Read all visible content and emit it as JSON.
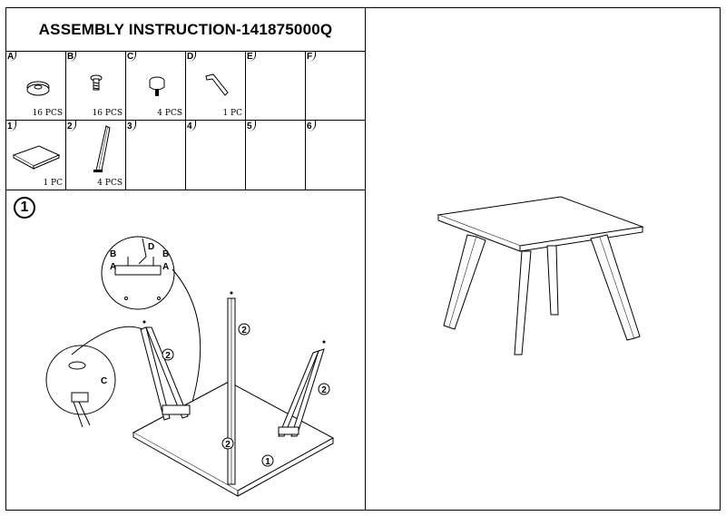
{
  "title": "ASSEMBLY  INSTRUCTION-141875000Q",
  "hardware": [
    {
      "label": "A",
      "qty": "16 PCS",
      "icon": "washer-icon"
    },
    {
      "label": "B",
      "qty": "16 PCS",
      "icon": "bolt-icon"
    },
    {
      "label": "C",
      "qty": "4 PCS",
      "icon": "foot-glide-icon"
    },
    {
      "label": "D",
      "qty": "1 PC",
      "icon": "allen-key-icon"
    },
    {
      "label": "E",
      "qty": "",
      "icon": ""
    },
    {
      "label": "F",
      "qty": "",
      "icon": ""
    }
  ],
  "parts": [
    {
      "label": "1",
      "qty": "1 PC",
      "icon": "tabletop-icon"
    },
    {
      "label": "2",
      "qty": "4 PCS",
      "icon": "table-leg-icon"
    },
    {
      "label": "3",
      "qty": "",
      "icon": ""
    },
    {
      "label": "4",
      "qty": "",
      "icon": ""
    },
    {
      "label": "5",
      "qty": "",
      "icon": ""
    },
    {
      "label": "6",
      "qty": "",
      "icon": ""
    }
  ],
  "step": {
    "number": "1",
    "callouts": {
      "b": "B",
      "a": "A",
      "d": "D",
      "b2": "B",
      "a2": "A",
      "c": "C",
      "leg": "2",
      "top": "1"
    }
  }
}
